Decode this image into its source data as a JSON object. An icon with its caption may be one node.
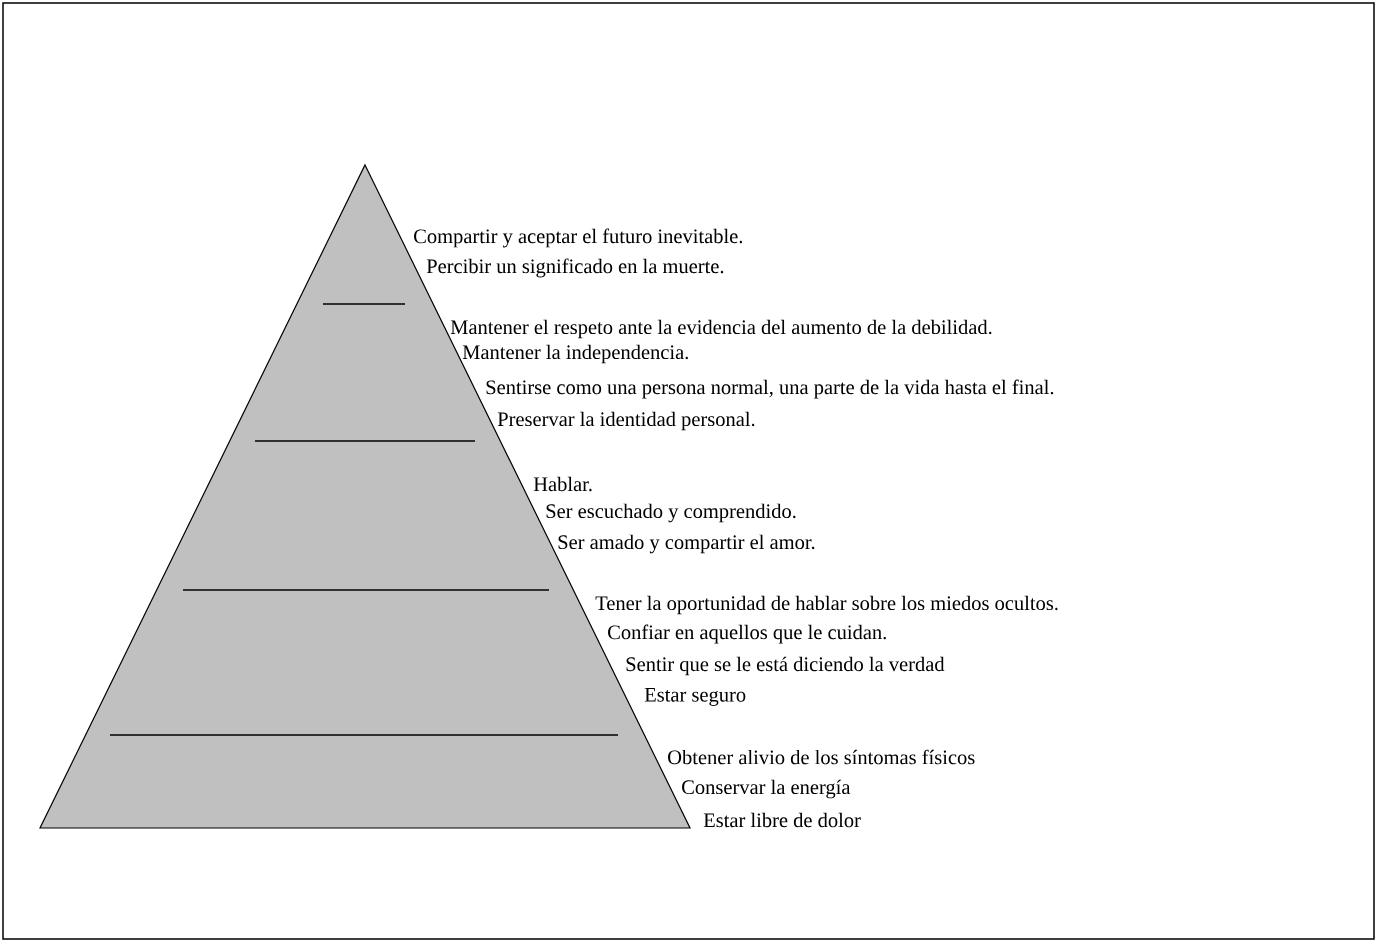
{
  "diagram": {
    "labels": [
      "Compartir y aceptar el futuro inevitable.",
      "Percibir un significado en la muerte.",
      "Mantener el respeto ante la evidencia del aumento de la debilidad.",
      "Mantener la independencia.",
      "Sentirse como una persona normal, una parte de la vida hasta el final.",
      "Preservar la identidad personal.",
      "Hablar.",
      "Ser escuchado y comprendido.",
      "Ser amado y compartir el amor.",
      "Tener la oportunidad de hablar sobre los miedos ocultos.",
      "Confiar en aquellos que le cuidan.",
      "Sentir que se le está diciendo la verdad",
      "Estar seguro",
      "Obtener alivio de los síntomas físicos",
      "Conservar la energía",
      "Estar libre de dolor"
    ]
  }
}
